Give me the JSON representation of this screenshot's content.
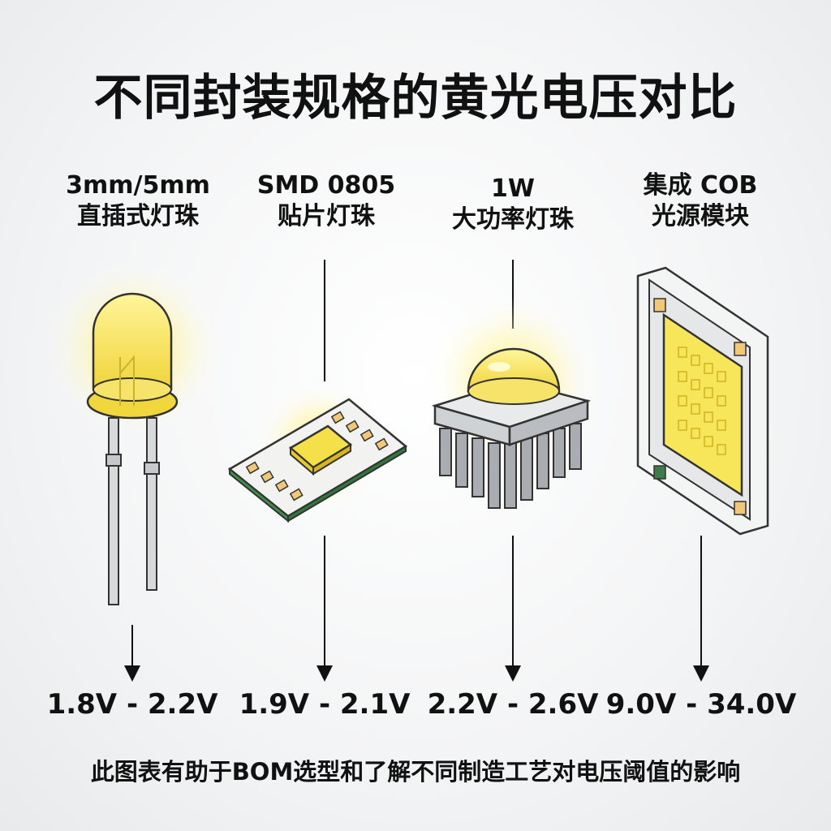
{
  "title": "不同封装规格的黄光电压对比",
  "packages": [
    {
      "name_line1": "3mm/5mm",
      "name_line2": "直插式灯珠",
      "voltage": "1.8V - 2.2V",
      "icon": "through-hole-led-icon"
    },
    {
      "name_line1": "SMD 0805",
      "name_line2": "贴片灯珠",
      "voltage": "1.9V - 2.1V",
      "icon": "smd-led-icon"
    },
    {
      "name_line1": "1W",
      "name_line2": "大功率灯珠",
      "voltage": "2.2V - 2.6V",
      "icon": "high-power-led-icon"
    },
    {
      "name_line1": "集成 COB",
      "name_line2": "光源模块",
      "voltage": "9.0V - 34.0V",
      "icon": "cob-module-icon"
    }
  ],
  "footer": "此图表有助于BOM选型和了解不同制造工艺对电压阈值的影响",
  "colors": {
    "led_yellow": "#f5e04a",
    "glow": "#fff27a",
    "pcb_green": "#3f8f4a",
    "heatsink": "#a9adb2"
  }
}
